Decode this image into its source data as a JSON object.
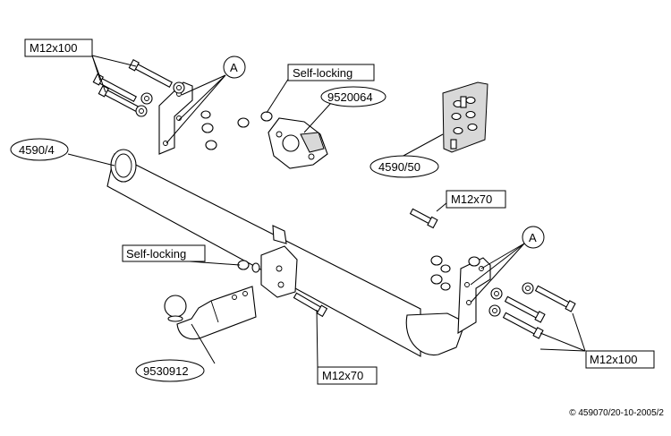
{
  "labels": {
    "bolt_top_left": "M12x100",
    "callout_a_top": "A",
    "self_locking_top": "Self-locking",
    "part_9520064": "9520064",
    "part_4590_4": "4590/4",
    "part_4590_50": "4590/50",
    "bolt_mid_right": "M12x70",
    "callout_a_right": "A",
    "self_locking_left": "Self-locking",
    "part_9530912": "9530912",
    "bolt_bottom_center": "M12x70",
    "bolt_bottom_right": "M12x100"
  },
  "footer": {
    "copyright": "© 459070/20-10-2005/2"
  }
}
